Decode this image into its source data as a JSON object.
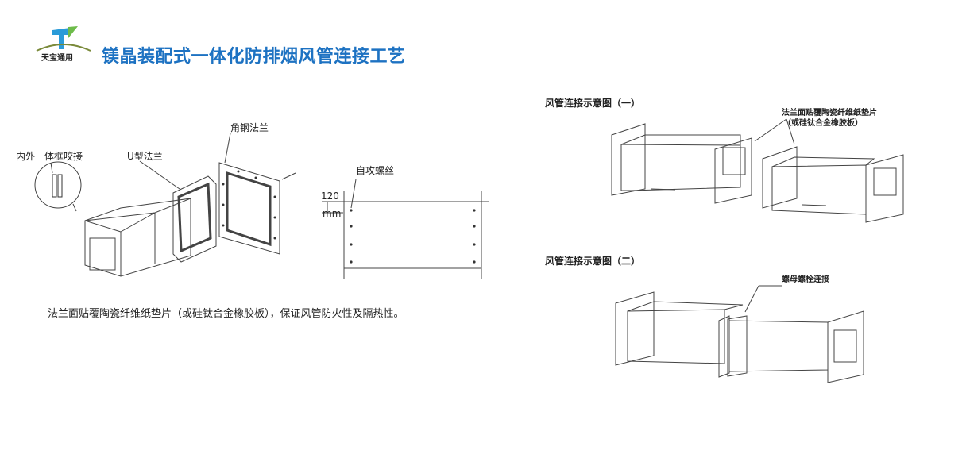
{
  "header": {
    "logo_text": "天宝通用",
    "title": "镁晶装配式一体化防排烟风管连接工艺",
    "accent": "#1d72c2"
  },
  "left_diagram": {
    "label_frame": "内外一体框咬接",
    "label_u_flange": "U型法兰",
    "label_angle_flange": "角钢法兰",
    "label_screw": "自攻螺丝",
    "dim_value": "120",
    "dim_unit": "mm"
  },
  "description": "法兰面贴覆陶瓷纤维纸垫片（或硅钛合金橡胶板），保证风管防火性及隔热性。",
  "right_diagram": {
    "title_1": "风管连接示意图（一）",
    "note_1_line1": "法兰面贴覆陶瓷纤维纸垫片",
    "note_1_line2": "（或硅钛合金橡胶板）",
    "title_2": "风管连接示意图（二）",
    "note_2": "螺母螺栓连接"
  }
}
